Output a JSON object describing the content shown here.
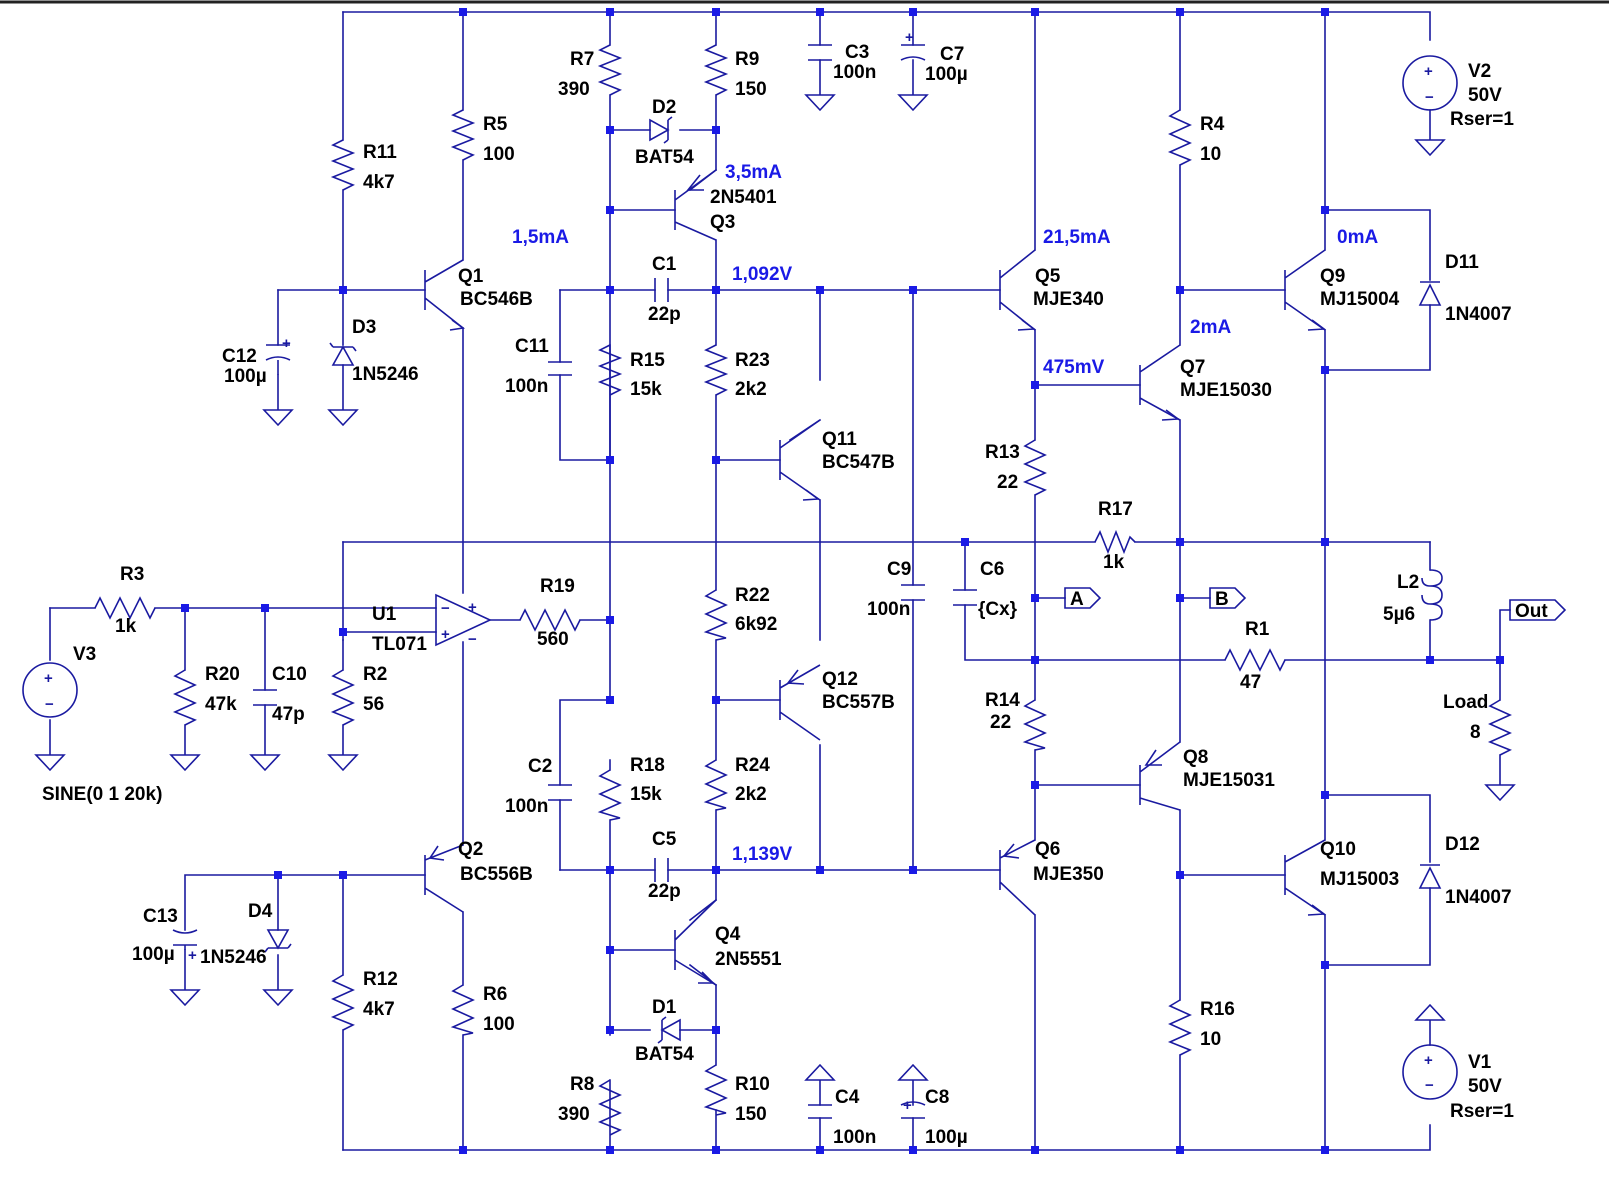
{
  "colors": {
    "wire": "#1a1aa0",
    "junction": "#1a1ae6",
    "annotation": "#1a1ae6",
    "text": "#000000",
    "background": "#ffffff"
  },
  "components": {
    "R7": {
      "name": "R7",
      "value": "390"
    },
    "R9": {
      "name": "R9",
      "value": "150"
    },
    "R5": {
      "name": "R5",
      "value": "100"
    },
    "R11": {
      "name": "R11",
      "value": "4k7"
    },
    "R4": {
      "name": "R4",
      "value": "10"
    },
    "R15": {
      "name": "R15",
      "value": "15k"
    },
    "R23": {
      "name": "R23",
      "value": "2k2"
    },
    "R13": {
      "name": "R13",
      "value": "22"
    },
    "R17": {
      "name": "R17",
      "value": "1k"
    },
    "R3": {
      "name": "R3",
      "value": "1k"
    },
    "R19": {
      "name": "R19",
      "value": "560"
    },
    "R20": {
      "name": "R20",
      "value": "47k"
    },
    "R2": {
      "name": "R2",
      "value": "56"
    },
    "R22": {
      "name": "R22",
      "value": "6k92"
    },
    "R1": {
      "name": "R1",
      "value": "47"
    },
    "R14": {
      "name": "R14",
      "value": "22"
    },
    "R18": {
      "name": "R18",
      "value": "15k"
    },
    "R24": {
      "name": "R24",
      "value": "2k2"
    },
    "R12": {
      "name": "R12",
      "value": "4k7"
    },
    "R6": {
      "name": "R6",
      "value": "100"
    },
    "R16": {
      "name": "R16",
      "value": "10"
    },
    "R8": {
      "name": "R8",
      "value": "390"
    },
    "R10": {
      "name": "R10",
      "value": "150"
    },
    "Load": {
      "name": "Load",
      "value": "8"
    },
    "C3": {
      "name": "C3",
      "value": "100n"
    },
    "C7": {
      "name": "C7",
      "value": "100µ"
    },
    "C1": {
      "name": "C1",
      "value": "22p"
    },
    "C11": {
      "name": "C11",
      "value": "100n"
    },
    "C12": {
      "name": "C12",
      "value": "100µ"
    },
    "C9": {
      "name": "C9",
      "value": "100n"
    },
    "C6": {
      "name": "C6",
      "value": "{Cx}"
    },
    "C10": {
      "name": "C10",
      "value": "47p"
    },
    "C2": {
      "name": "C2",
      "value": "100n"
    },
    "C5": {
      "name": "C5",
      "value": "22p"
    },
    "C13": {
      "name": "C13",
      "value": "100µ"
    },
    "C4": {
      "name": "C4",
      "value": "100n"
    },
    "C8": {
      "name": "C8",
      "value": "100µ"
    },
    "L2": {
      "name": "L2",
      "value": "5µ6"
    },
    "D2": {
      "name": "D2",
      "value": "BAT54"
    },
    "D1": {
      "name": "D1",
      "value": "BAT54"
    },
    "D3": {
      "name": "D3",
      "value": "1N5246"
    },
    "D4": {
      "name": "D4",
      "value": "1N5246"
    },
    "D11": {
      "name": "D11",
      "value": "1N4007"
    },
    "D12": {
      "name": "D12",
      "value": "1N4007"
    },
    "Q1": {
      "name": "Q1",
      "value": "BC546B"
    },
    "Q2": {
      "name": "Q2",
      "value": "BC556B"
    },
    "Q3": {
      "name": "Q3",
      "value": "2N5401"
    },
    "Q4": {
      "name": "Q4",
      "value": "2N5551"
    },
    "Q5": {
      "name": "Q5",
      "value": "MJE340"
    },
    "Q6": {
      "name": "Q6",
      "value": "MJE350"
    },
    "Q7": {
      "name": "Q7",
      "value": "MJE15030"
    },
    "Q8": {
      "name": "Q8",
      "value": "MJE15031"
    },
    "Q9": {
      "name": "Q9",
      "value": "MJ15004"
    },
    "Q10": {
      "name": "Q10",
      "value": "MJ15003"
    },
    "Q11": {
      "name": "Q11",
      "value": "BC547B"
    },
    "Q12": {
      "name": "Q12",
      "value": "BC557B"
    },
    "U1": {
      "name": "U1",
      "value": "TL071"
    },
    "V1": {
      "name": "V1",
      "value": "50V",
      "extra": "Rser=1"
    },
    "V2": {
      "name": "V2",
      "value": "50V",
      "extra": "Rser=1"
    },
    "V3": {
      "name": "V3",
      "value": "SINE(0 1 20k)"
    }
  },
  "annotations": {
    "i_q3": "3,5mA",
    "i_r15": "1,5mA",
    "v_top": "1,092V",
    "i_q5": "21,5mA",
    "i_q9": "0mA",
    "i_q7": "2mA",
    "v_mid": "475mV",
    "v_bot": "1,139V"
  },
  "net_labels": {
    "a": "A",
    "b": "B",
    "out": "Out"
  },
  "signs": {
    "plus": "+",
    "minus": "−"
  }
}
